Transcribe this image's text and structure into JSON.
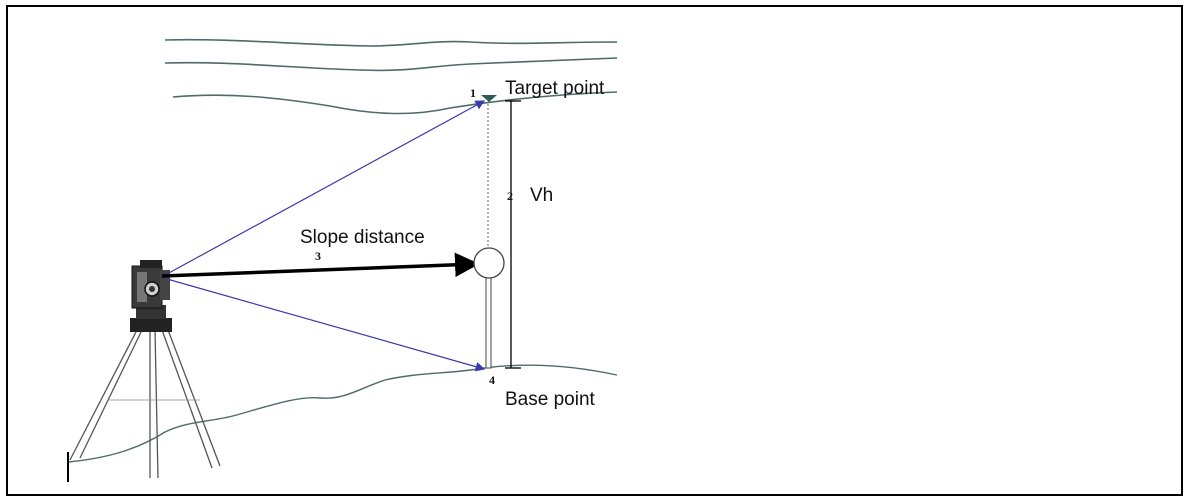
{
  "labels": {
    "target_point": "Target point",
    "base_point": "Base point",
    "vertical_height": "Vh",
    "slope_distance": "Slope distance"
  },
  "numbers": {
    "target": "1",
    "height": "2",
    "slope": "3",
    "base": "4"
  },
  "colors": {
    "sight_lines": "#3a3ab0",
    "ink": "#000000",
    "landscape": "#4d6b6b"
  }
}
